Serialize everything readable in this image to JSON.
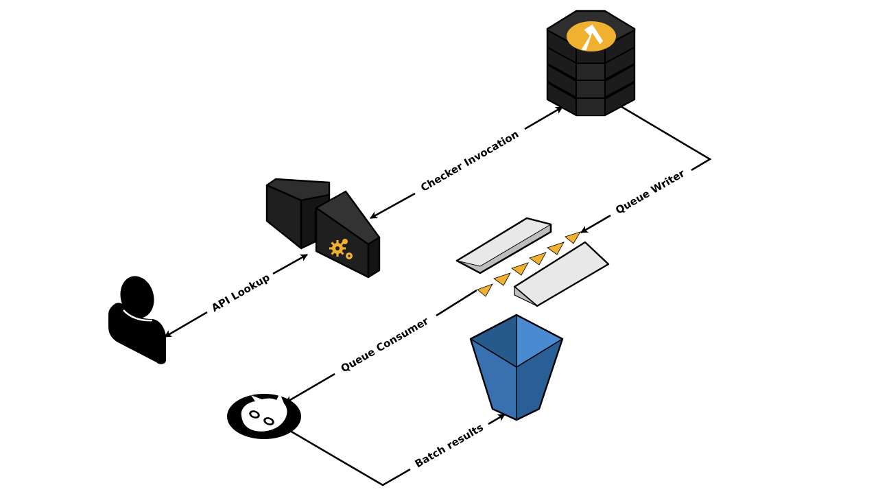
{
  "diagram": {
    "title": "",
    "colors": {
      "background": "#ffffff",
      "dark_block": "#222222",
      "dark_block_top": "#2e2e2e",
      "dark_block_side": "#1a1a1a",
      "accent_yellow": "#f0b030",
      "queue_light": "#e8e8e8",
      "queue_shade": "#bdbdbd",
      "bucket_blue_light": "#3e7fc2",
      "bucket_blue_dark": "#275a8c",
      "line": "#000000"
    },
    "nodes": [
      {
        "id": "user",
        "icon": "user-icon",
        "label": ""
      },
      {
        "id": "api-gateway",
        "icon": "api-gateway-icon",
        "label": ""
      },
      {
        "id": "lambda",
        "icon": "lambda-function-icon",
        "label": ""
      },
      {
        "id": "queue",
        "icon": "message-queue-icon",
        "label": ""
      },
      {
        "id": "bucket",
        "icon": "storage-bucket-icon",
        "label": ""
      },
      {
        "id": "worker",
        "icon": "octocat-worker-icon",
        "label": ""
      }
    ],
    "edges": [
      {
        "id": "api-lookup",
        "from": "user",
        "to": "api-gateway",
        "label": "API Lookup",
        "bidirectional": true
      },
      {
        "id": "checker-invocation",
        "from": "api-gateway",
        "to": "lambda",
        "label": "Checker Invocation",
        "bidirectional": true
      },
      {
        "id": "queue-writer",
        "from": "lambda",
        "to": "queue",
        "label": "Queue Writer",
        "bidirectional": false
      },
      {
        "id": "queue-consumer",
        "from": "queue",
        "to": "worker",
        "label": "Queue Consumer",
        "bidirectional": false
      },
      {
        "id": "batch-results",
        "from": "worker",
        "to": "bucket",
        "label": "Batch results",
        "bidirectional": false
      }
    ]
  }
}
